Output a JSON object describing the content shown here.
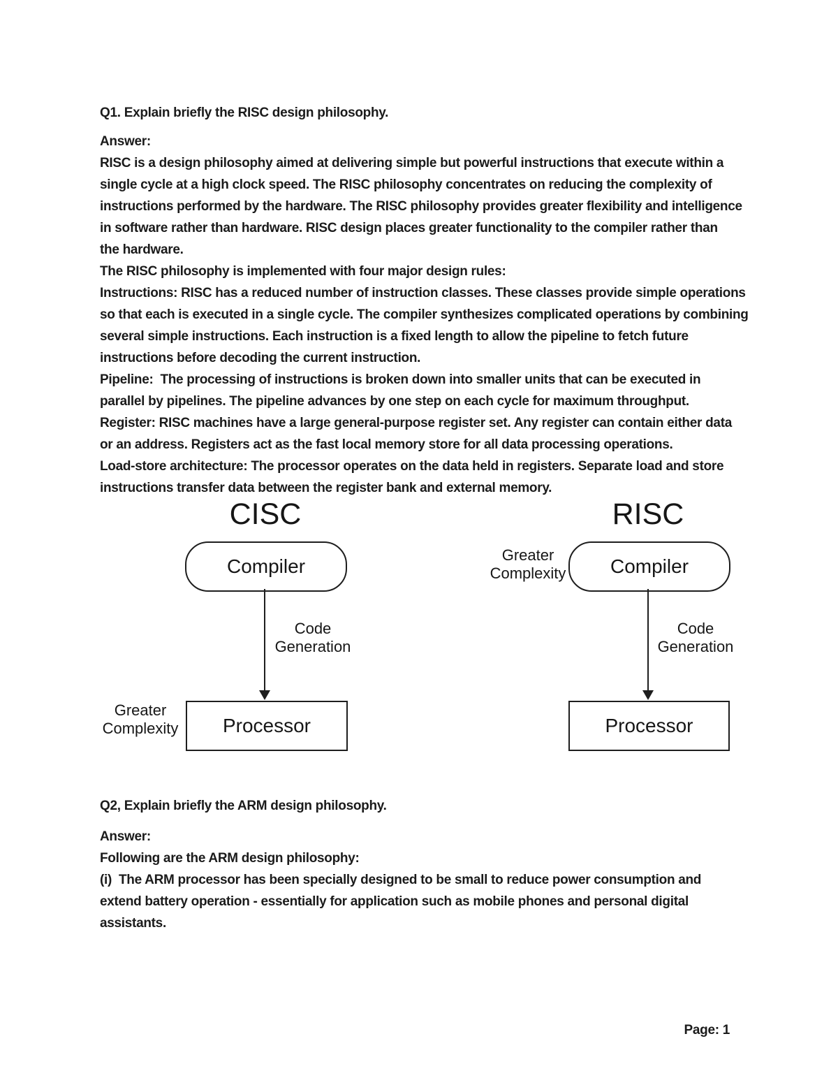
{
  "q1": {
    "question": "Q1. Explain briefly the RISC design philosophy.",
    "answer_label": "Answer:",
    "overview_lines": [
      "RISC is a design philosophy aimed at delivering simple but powerful instructions that execute within a",
      "single cycle at a high clock speed. The RISC philosophy concentrates on reducing the complexity of",
      "instructions performed by the hardware. The RISC philosophy provides greater flexibility and intelligence",
      "in software rather than hardware. RISC design places greater functionality to the compiler rather than",
      "the hardware."
    ],
    "rules_intro": "The RISC philosophy is implemented with four major design rules:",
    "instructions_lines": [
      "Instructions: RISC has a reduced number of instruction classes. These classes provide simple operations",
      "so that each is executed in a single cycle. The compiler synthesizes complicated operations by combining",
      "several simple instructions. Each instruction is a fixed length to allow the pipeline to fetch future",
      "instructions before decoding the current instruction."
    ],
    "pipeline_lines": [
      "Pipeline:  The processing of instructions is broken down into smaller units that can be executed in",
      "parallel by pipelines. The pipeline advances by one step on each cycle for maximum throughput."
    ],
    "register_lines": [
      "Register: RISC machines have a large general-purpose register set. Any register can contain either data",
      "or an address. Registers act as the fast local memory store for all data processing operations."
    ],
    "loadstore_lines": [
      "Load-store architecture: The processor operates on the data held in registers. Separate load and store",
      "instructions transfer data between the register bank and external memory."
    ]
  },
  "diagrams": {
    "cisc": {
      "title": "CISC",
      "compiler": "Compiler",
      "code_generation": [
        "Code",
        "Generation"
      ],
      "processor": "Processor",
      "complexity": [
        "Greater",
        "Complexity"
      ]
    },
    "risc": {
      "title": "RISC",
      "compiler": "Compiler",
      "code_generation": [
        "Code",
        "Generation"
      ],
      "processor": "Processor",
      "complexity": [
        "Greater",
        "Complexity"
      ]
    }
  },
  "q2": {
    "question": "Q2, Explain briefly the ARM design philosophy.",
    "body_lines": [
      "Answer:",
      "Following are the ARM design philosophy:",
      "(i)  The ARM processor has been specially designed to be small to reduce power consumption and",
      "extend battery operation - essentially for application such as mobile phones and personal digital",
      "assistants."
    ]
  },
  "footer": {
    "page_label": "Page: 1"
  }
}
